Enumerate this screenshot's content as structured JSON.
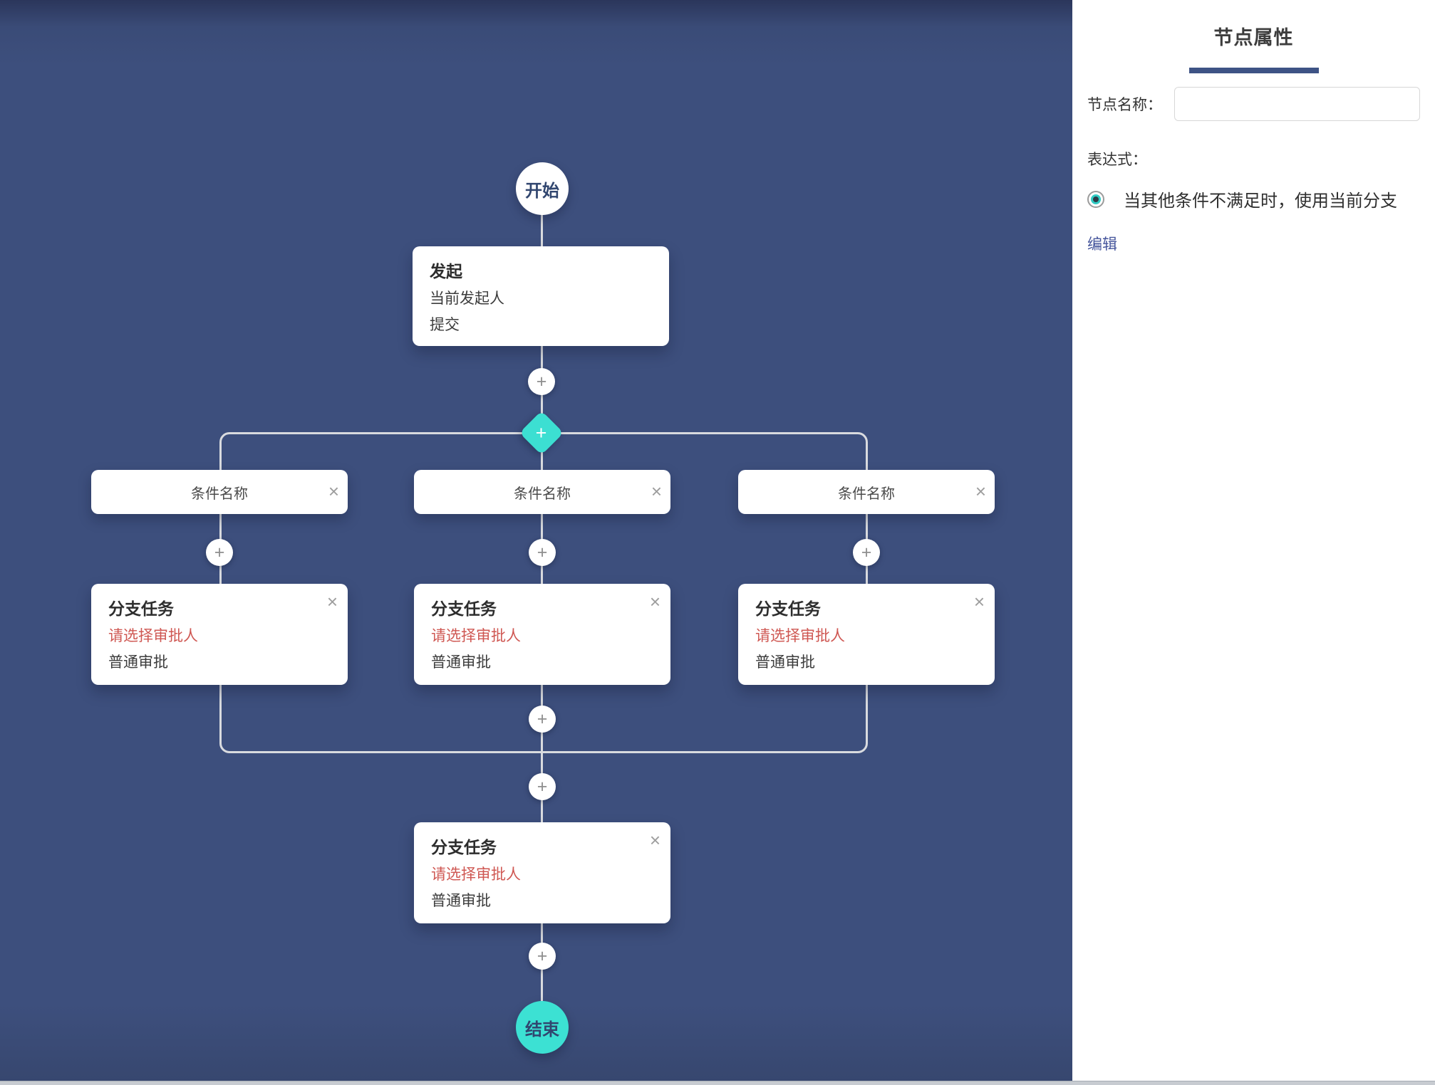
{
  "flow": {
    "start_label": "开始",
    "end_label": "结束",
    "initiate": {
      "title": "发起",
      "rows": [
        "当前发起人",
        "提交"
      ]
    },
    "conditions": [
      {
        "label": "条件名称"
      },
      {
        "label": "条件名称"
      },
      {
        "label": "条件名称"
      }
    ],
    "branch_tasks": [
      {
        "title": "分支任务",
        "warning": "请选择审批人",
        "approve_type": "普通审批"
      },
      {
        "title": "分支任务",
        "warning": "请选择审批人",
        "approve_type": "普通审批"
      },
      {
        "title": "分支任务",
        "warning": "请选择审批人",
        "approve_type": "普通审批"
      },
      {
        "title": "分支任务",
        "warning": "请选择审批人",
        "approve_type": "普通审批"
      }
    ],
    "icons": {
      "plus": "+",
      "close": "×",
      "condition_add": "+"
    }
  },
  "panel": {
    "title": "节点属性",
    "node_name_label": "节点名称：",
    "node_name_value": "",
    "expression_label": "表达式：",
    "radio_label": "当其他条件不满足时，使用当前分支",
    "edit_link": "编辑"
  },
  "colors": {
    "canvas_bg": "#3d4f7d",
    "accent_teal": "#3cdfd2",
    "line_gray": "#d9dbdf",
    "warning_red": "#cf5752",
    "panel_underline_navy": "#3e5385",
    "link_blue": "#44549b"
  }
}
